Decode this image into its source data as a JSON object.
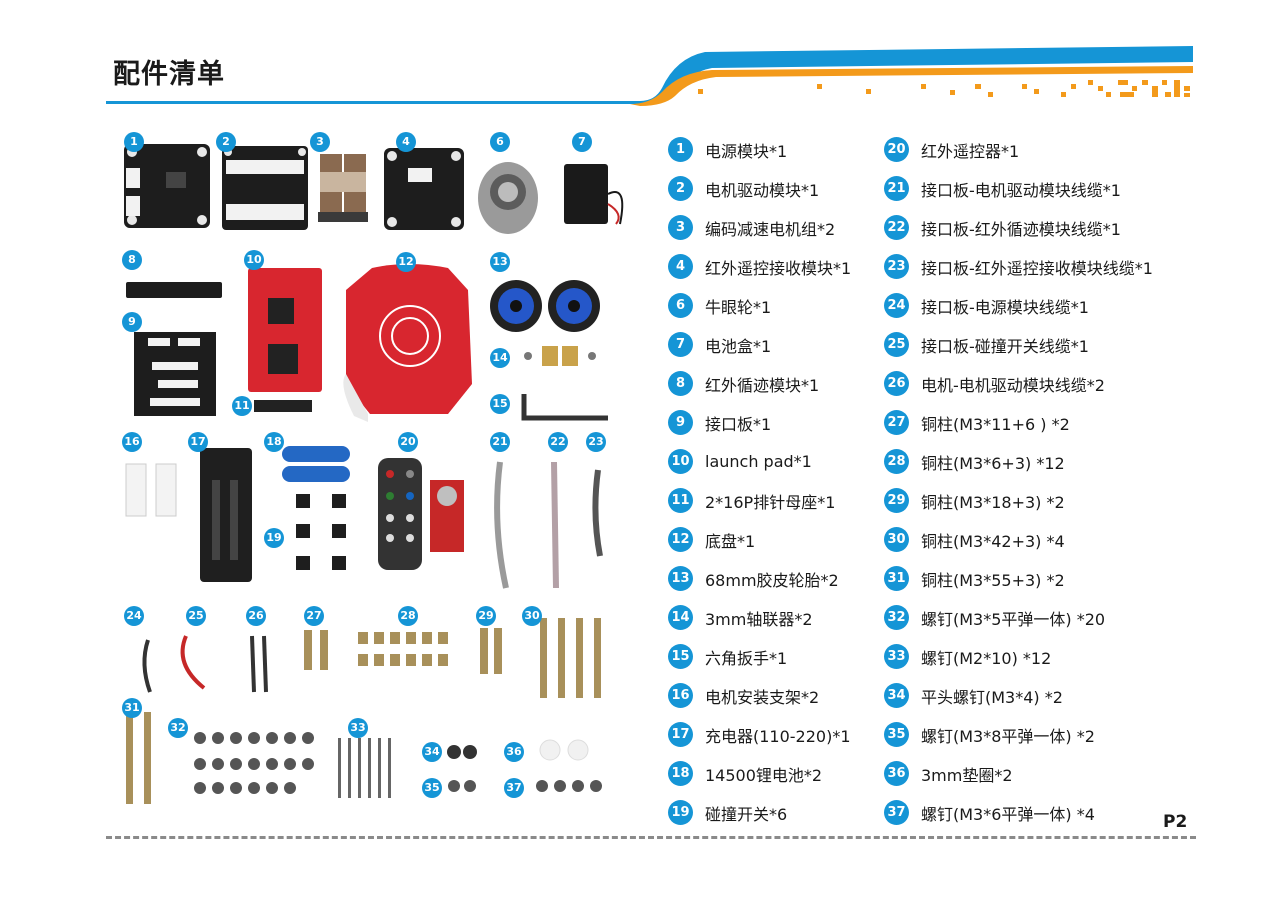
{
  "title": "配件清单",
  "page_number": "P2",
  "accent_colors": {
    "blue": "#1595d6",
    "orange": "#f39a1b",
    "pcb_red": "#d8262f",
    "pcb_dark": "#1d1d1d"
  },
  "photo_badges": [
    "1",
    "2",
    "3",
    "4",
    "6",
    "7",
    "8",
    "9",
    "10",
    "11",
    "12",
    "13",
    "14",
    "15",
    "16",
    "17",
    "18",
    "19",
    "20",
    "21",
    "22",
    "23",
    "24",
    "25",
    "26",
    "27",
    "28",
    "29",
    "30",
    "31",
    "32",
    "33",
    "34",
    "35",
    "36",
    "37"
  ],
  "list_left": [
    {
      "num": "1",
      "label": "电源模块*1"
    },
    {
      "num": "2",
      "label": "电机驱动模块*1"
    },
    {
      "num": "3",
      "label": "编码减速电机组*2"
    },
    {
      "num": "4",
      "label": "红外遥控接收模块*1"
    },
    {
      "num": "6",
      "label": "牛眼轮*1"
    },
    {
      "num": "7",
      "label": "电池盒*1"
    },
    {
      "num": "8",
      "label": "红外循迹模块*1"
    },
    {
      "num": "9",
      "label": "接口板*1"
    },
    {
      "num": "10",
      "label": "launch pad*1"
    },
    {
      "num": "11",
      "label": "2*16P排针母座*1"
    },
    {
      "num": "12",
      "label": "底盘*1"
    },
    {
      "num": "13",
      "label": "68mm胶皮轮胎*2"
    },
    {
      "num": "14",
      "label": "3mm轴联器*2"
    },
    {
      "num": "15",
      "label": "六角扳手*1"
    },
    {
      "num": "16",
      "label": "电机安装支架*2"
    },
    {
      "num": "17",
      "label": "充电器(110-220)*1"
    },
    {
      "num": "18",
      "label": "14500锂电池*2"
    },
    {
      "num": "19",
      "label": "碰撞开关*6"
    }
  ],
  "list_right": [
    {
      "num": "20",
      "label": "红外遥控器*1"
    },
    {
      "num": "21",
      "label": "接口板-电机驱动模块线缆*1"
    },
    {
      "num": "22",
      "label": "接口板-红外循迹模块线缆*1"
    },
    {
      "num": "23",
      "label": "接口板-红外遥控接收模块线缆*1"
    },
    {
      "num": "24",
      "label": "接口板-电源模块线缆*1"
    },
    {
      "num": "25",
      "label": "接口板-碰撞开关线缆*1"
    },
    {
      "num": "26",
      "label": "电机-电机驱动模块线缆*2"
    },
    {
      "num": "27",
      "label": "铜柱(M3*11+6 ) *2"
    },
    {
      "num": "28",
      "label": "铜柱(M3*6+3) *12"
    },
    {
      "num": "29",
      "label": "铜柱(M3*18+3) *2"
    },
    {
      "num": "30",
      "label": "铜柱(M3*42+3) *4"
    },
    {
      "num": "31",
      "label": "铜柱(M3*55+3) *2"
    },
    {
      "num": "32",
      "label": "螺钉(M3*5平弹一体) *20"
    },
    {
      "num": "33",
      "label": "螺钉(M2*10) *12"
    },
    {
      "num": "34",
      "label": "平头螺钉(M3*4) *2"
    },
    {
      "num": "35",
      "label": "螺钉(M3*8平弹一体) *2"
    },
    {
      "num": "36",
      "label": "3mm垫圈*2"
    },
    {
      "num": "37",
      "label": "螺钉(M3*6平弹一体) *4"
    }
  ]
}
